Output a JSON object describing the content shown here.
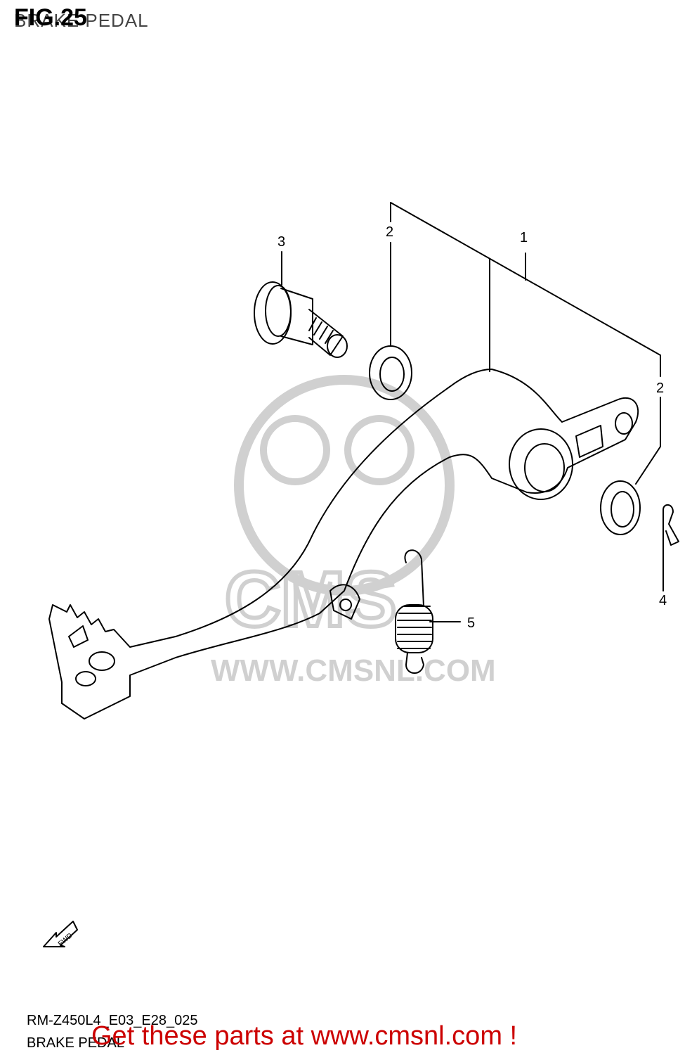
{
  "header": {
    "subtitle": "BRAKE PEDAL",
    "figure": "FIG.25"
  },
  "callouts": {
    "c1": "1",
    "c2_top": "2",
    "c2_right": "2",
    "c3": "3",
    "c4": "4",
    "c5": "5"
  },
  "fwd_label": "FWD",
  "watermark": {
    "big": "CMS",
    "url": "WWW.CMSNL.COM"
  },
  "footer": {
    "code": "RM-Z450L4_E03_E28_025",
    "title": "BRAKE PEDAL"
  },
  "promo": "Get these parts at www.cmsnl.com !"
}
